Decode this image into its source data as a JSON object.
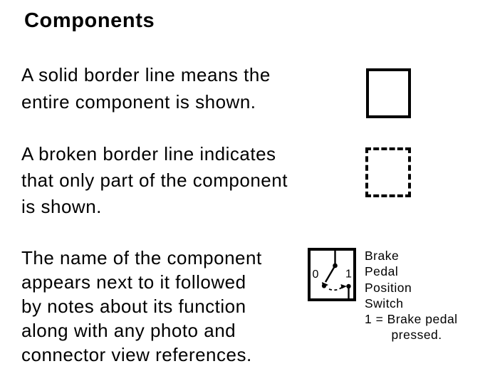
{
  "page": {
    "title": "Components",
    "background_color": "#ffffff",
    "ink_color": "#000000"
  },
  "sections": [
    {
      "id": "solid-border",
      "text": "A solid border line means the\nentire component is shown.",
      "figure": "solid-border-box"
    },
    {
      "id": "broken-border",
      "text": "A broken border line indicates\nthat only part of the component\nis shown.",
      "figure": "broken-border-box"
    },
    {
      "id": "component-name",
      "text": "The name of the component\nappears next to it followed\nby notes about its function\nalong with any photo and\nconnector view references.",
      "figure": "switch-symbol"
    }
  ],
  "switch_figure": {
    "position_off_label": "0",
    "position_on_label": "1",
    "caption": "Brake\nPedal\nPosition\nSwitch\n1 = Brake pedal\n       pressed."
  }
}
